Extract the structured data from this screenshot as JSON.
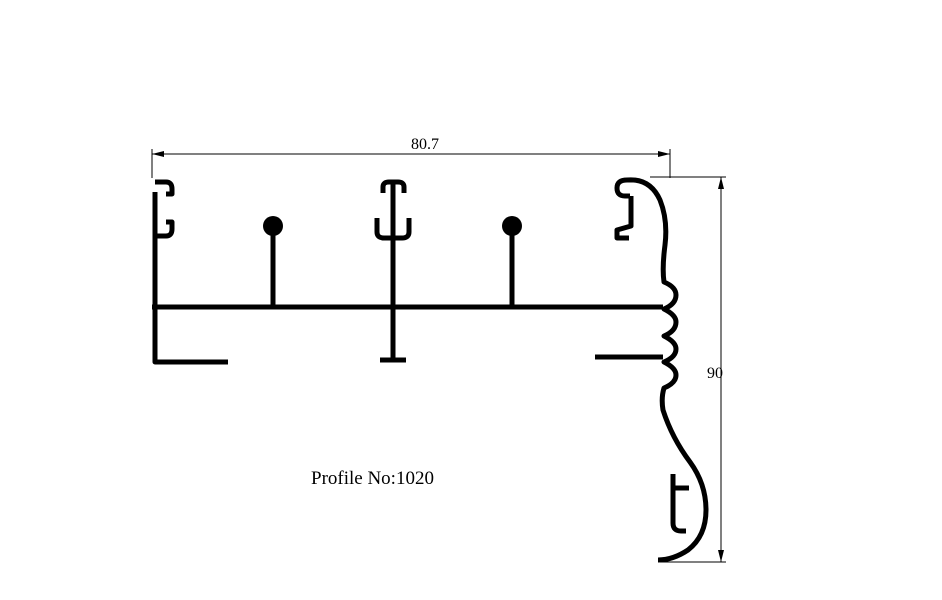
{
  "drawing": {
    "dimension_width": "80.7",
    "dimension_height": "90",
    "caption": "Profile No:1020"
  }
}
